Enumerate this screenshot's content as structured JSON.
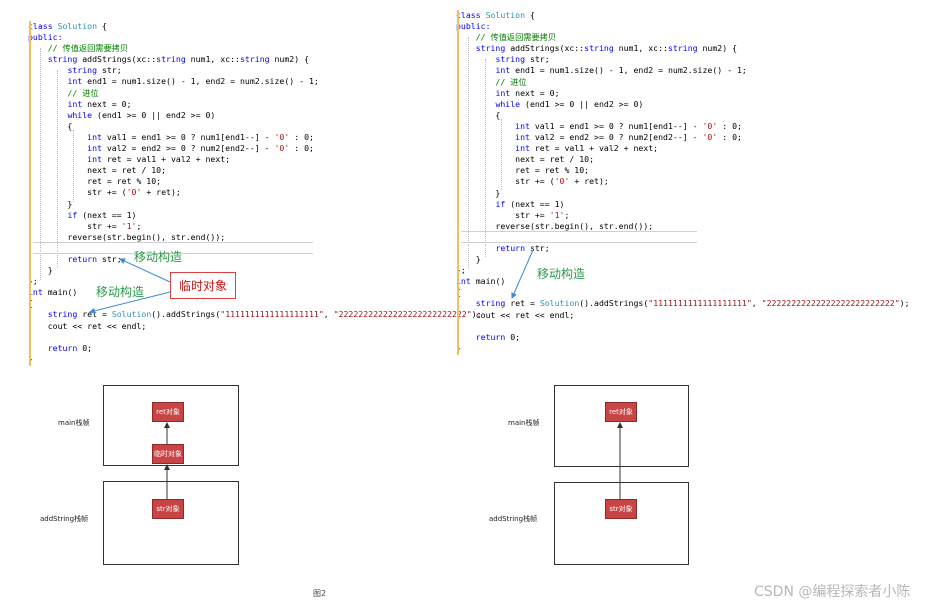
{
  "left_panel": {
    "code_lines": [
      [
        {
          "t": "class ",
          "c": "kw"
        },
        {
          "t": "Solution",
          "c": "ty"
        },
        {
          "t": " {",
          "c": ""
        }
      ],
      [
        {
          "t": "public:",
          "c": "kw"
        }
      ],
      [
        {
          "t": "    // 传值返回需要拷贝",
          "c": "cm"
        }
      ],
      [
        {
          "t": "    ",
          "c": ""
        },
        {
          "t": "string",
          "c": "kw"
        },
        {
          "t": " addStrings(xc::",
          "c": ""
        },
        {
          "t": "string",
          "c": "kw"
        },
        {
          "t": " num1, xc::",
          "c": ""
        },
        {
          "t": "string",
          "c": "kw"
        },
        {
          "t": " num2) {",
          "c": ""
        }
      ],
      [
        {
          "t": "        ",
          "c": ""
        },
        {
          "t": "string",
          "c": "kw"
        },
        {
          "t": " str;",
          "c": ""
        }
      ],
      [
        {
          "t": "        ",
          "c": ""
        },
        {
          "t": "int",
          "c": "kw"
        },
        {
          "t": " end1 = num1.size() - 1, end2 = num2.size() - 1;",
          "c": ""
        }
      ],
      [
        {
          "t": "        // 进位",
          "c": "cm"
        }
      ],
      [
        {
          "t": "        ",
          "c": ""
        },
        {
          "t": "int",
          "c": "kw"
        },
        {
          "t": " next = 0;",
          "c": ""
        }
      ],
      [
        {
          "t": "        ",
          "c": ""
        },
        {
          "t": "while",
          "c": "kw"
        },
        {
          "t": " (end1 >= 0 || end2 >= 0)",
          "c": ""
        }
      ],
      [
        {
          "t": "        {",
          "c": ""
        }
      ],
      [
        {
          "t": "            ",
          "c": ""
        },
        {
          "t": "int",
          "c": "kw"
        },
        {
          "t": " val1 = end1 >= 0 ? num1[end1--] - ",
          "c": ""
        },
        {
          "t": "'0'",
          "c": "str"
        },
        {
          "t": " : 0;",
          "c": ""
        }
      ],
      [
        {
          "t": "            ",
          "c": ""
        },
        {
          "t": "int",
          "c": "kw"
        },
        {
          "t": " val2 = end2 >= 0 ? num2[end2--] - ",
          "c": ""
        },
        {
          "t": "'0'",
          "c": "str"
        },
        {
          "t": " : 0;",
          "c": ""
        }
      ],
      [
        {
          "t": "            ",
          "c": ""
        },
        {
          "t": "int",
          "c": "kw"
        },
        {
          "t": " ret = val1 + val2 + next;",
          "c": ""
        }
      ],
      [
        {
          "t": "            next = ret / 10;",
          "c": ""
        }
      ],
      [
        {
          "t": "            ret = ret % 10;",
          "c": ""
        }
      ],
      [
        {
          "t": "            str += (",
          "c": ""
        },
        {
          "t": "'0'",
          "c": "str"
        },
        {
          "t": " + ret);",
          "c": ""
        }
      ],
      [
        {
          "t": "        }",
          "c": ""
        }
      ],
      [
        {
          "t": "        ",
          "c": ""
        },
        {
          "t": "if",
          "c": "kw"
        },
        {
          "t": " (next == 1)",
          "c": ""
        }
      ],
      [
        {
          "t": "            str += ",
          "c": ""
        },
        {
          "t": "'1'",
          "c": "str"
        },
        {
          "t": ";",
          "c": ""
        }
      ],
      [
        {
          "t": "        reverse(str.begin(), str.end());",
          "c": ""
        }
      ],
      [
        {
          "t": "        ",
          "c": ""
        }
      ],
      [
        {
          "t": "        ",
          "c": ""
        },
        {
          "t": "return",
          "c": "kw"
        },
        {
          "t": " str;",
          "c": ""
        }
      ],
      [
        {
          "t": "    }",
          "c": ""
        }
      ],
      [
        {
          "t": "};",
          "c": ""
        }
      ],
      [
        {
          "t": "int",
          "c": "kw"
        },
        {
          "t": " main()",
          "c": ""
        }
      ],
      [
        {
          "t": "{",
          "c": ""
        }
      ],
      [
        {
          "t": "    ",
          "c": ""
        },
        {
          "t": "string",
          "c": "kw"
        },
        {
          "t": " ret = ",
          "c": ""
        },
        {
          "t": "Solution",
          "c": "ty"
        },
        {
          "t": "().addStrings(",
          "c": ""
        },
        {
          "t": "\"1111111111111111111\"",
          "c": "str"
        },
        {
          "t": ", ",
          "c": ""
        },
        {
          "t": "\"22222222222222222222222222\"",
          "c": "str"
        },
        {
          "t": ");",
          "c": ""
        }
      ],
      [
        {
          "t": "    cout << ret << endl;",
          "c": ""
        }
      ],
      [
        {
          "t": "",
          "c": ""
        }
      ],
      [
        {
          "t": "    ",
          "c": ""
        },
        {
          "t": "return",
          "c": "kw"
        },
        {
          "t": " 0;",
          "c": ""
        }
      ],
      [
        {
          "t": "}",
          "c": ""
        }
      ]
    ],
    "annotation_move_1": "移动构造",
    "annotation_move_2": "移动构造",
    "temp_object_label": "临时对象"
  },
  "right_panel": {
    "code_lines": [
      [
        {
          "t": "class ",
          "c": "kw"
        },
        {
          "t": "Solution",
          "c": "ty"
        },
        {
          "t": " {",
          "c": ""
        }
      ],
      [
        {
          "t": "public:",
          "c": "kw"
        }
      ],
      [
        {
          "t": "    // 传值返回需要拷贝",
          "c": "cm"
        }
      ],
      [
        {
          "t": "    ",
          "c": ""
        },
        {
          "t": "string",
          "c": "kw"
        },
        {
          "t": " addStrings(xc::",
          "c": ""
        },
        {
          "t": "string",
          "c": "kw"
        },
        {
          "t": " num1, xc::",
          "c": ""
        },
        {
          "t": "string",
          "c": "kw"
        },
        {
          "t": " num2) {",
          "c": ""
        }
      ],
      [
        {
          "t": "        ",
          "c": ""
        },
        {
          "t": "string",
          "c": "kw"
        },
        {
          "t": " str;",
          "c": ""
        }
      ],
      [
        {
          "t": "        ",
          "c": ""
        },
        {
          "t": "int",
          "c": "kw"
        },
        {
          "t": " end1 = num1.size() - 1, end2 = num2.size() - 1;",
          "c": ""
        }
      ],
      [
        {
          "t": "        // 进位",
          "c": "cm"
        }
      ],
      [
        {
          "t": "        ",
          "c": ""
        },
        {
          "t": "int",
          "c": "kw"
        },
        {
          "t": " next = 0;",
          "c": ""
        }
      ],
      [
        {
          "t": "        ",
          "c": ""
        },
        {
          "t": "while",
          "c": "kw"
        },
        {
          "t": " (end1 >= 0 || end2 >= 0)",
          "c": ""
        }
      ],
      [
        {
          "t": "        {",
          "c": ""
        }
      ],
      [
        {
          "t": "            ",
          "c": ""
        },
        {
          "t": "int",
          "c": "kw"
        },
        {
          "t": " val1 = end1 >= 0 ? num1[end1--] - ",
          "c": ""
        },
        {
          "t": "'0'",
          "c": "str"
        },
        {
          "t": " : 0;",
          "c": ""
        }
      ],
      [
        {
          "t": "            ",
          "c": ""
        },
        {
          "t": "int",
          "c": "kw"
        },
        {
          "t": " val2 = end2 >= 0 ? num2[end2--] - ",
          "c": ""
        },
        {
          "t": "'0'",
          "c": "str"
        },
        {
          "t": " : 0;",
          "c": ""
        }
      ],
      [
        {
          "t": "            ",
          "c": ""
        },
        {
          "t": "int",
          "c": "kw"
        },
        {
          "t": " ret = val1 + val2 + next;",
          "c": ""
        }
      ],
      [
        {
          "t": "            next = ret / 10;",
          "c": ""
        }
      ],
      [
        {
          "t": "            ret = ret % 10;",
          "c": ""
        }
      ],
      [
        {
          "t": "            str += (",
          "c": ""
        },
        {
          "t": "'0'",
          "c": "str"
        },
        {
          "t": " + ret);",
          "c": ""
        }
      ],
      [
        {
          "t": "        }",
          "c": ""
        }
      ],
      [
        {
          "t": "        ",
          "c": ""
        },
        {
          "t": "if",
          "c": "kw"
        },
        {
          "t": " (next == 1)",
          "c": ""
        }
      ],
      [
        {
          "t": "            str += ",
          "c": ""
        },
        {
          "t": "'1'",
          "c": "str"
        },
        {
          "t": ";",
          "c": ""
        }
      ],
      [
        {
          "t": "        reverse(str.begin(), str.end());",
          "c": ""
        }
      ],
      [
        {
          "t": "        ",
          "c": ""
        }
      ],
      [
        {
          "t": "        ",
          "c": ""
        },
        {
          "t": "return",
          "c": "kw"
        },
        {
          "t": " str;",
          "c": ""
        }
      ],
      [
        {
          "t": "    }",
          "c": ""
        }
      ],
      [
        {
          "t": "};",
          "c": ""
        }
      ],
      [
        {
          "t": "int",
          "c": "kw"
        },
        {
          "t": " main()",
          "c": ""
        }
      ],
      [
        {
          "t": "{",
          "c": ""
        }
      ],
      [
        {
          "t": "    ",
          "c": ""
        },
        {
          "t": "string",
          "c": "kw"
        },
        {
          "t": " ret = ",
          "c": ""
        },
        {
          "t": "Solution",
          "c": "ty"
        },
        {
          "t": "().addStrings(",
          "c": ""
        },
        {
          "t": "\"1111111111111111111\"",
          "c": "str"
        },
        {
          "t": ", ",
          "c": ""
        },
        {
          "t": "\"22222222222222222222222222\"",
          "c": "str"
        },
        {
          "t": ");",
          "c": ""
        }
      ],
      [
        {
          "t": "    cout << ret << endl;",
          "c": ""
        }
      ],
      [
        {
          "t": "",
          "c": ""
        }
      ],
      [
        {
          "t": "    ",
          "c": ""
        },
        {
          "t": "return",
          "c": "kw"
        },
        {
          "t": " 0;",
          "c": ""
        }
      ],
      [
        {
          "t": "}",
          "c": ""
        }
      ]
    ],
    "annotation_move": "移动构造"
  },
  "left_diagram": {
    "main_frame_label": "main栈帧",
    "add_frame_label": "addString栈帧",
    "ret_object": "ret对象",
    "temp_object": "临时对象",
    "str_object": "str对象"
  },
  "right_diagram": {
    "main_frame_label": "main栈帧",
    "add_frame_label": "addString栈帧",
    "ret_object": "ret对象",
    "str_object": "str对象"
  },
  "caption": "图2",
  "watermark": "CSDN @编程探索者小陈",
  "colors": {
    "keyword": "#0000ff",
    "type": "#2b91af",
    "string": "#a31515",
    "comment": "#008000",
    "annotation": "#2a9a4a",
    "object_fill": "#c94545",
    "temp_border": "#e04040"
  }
}
